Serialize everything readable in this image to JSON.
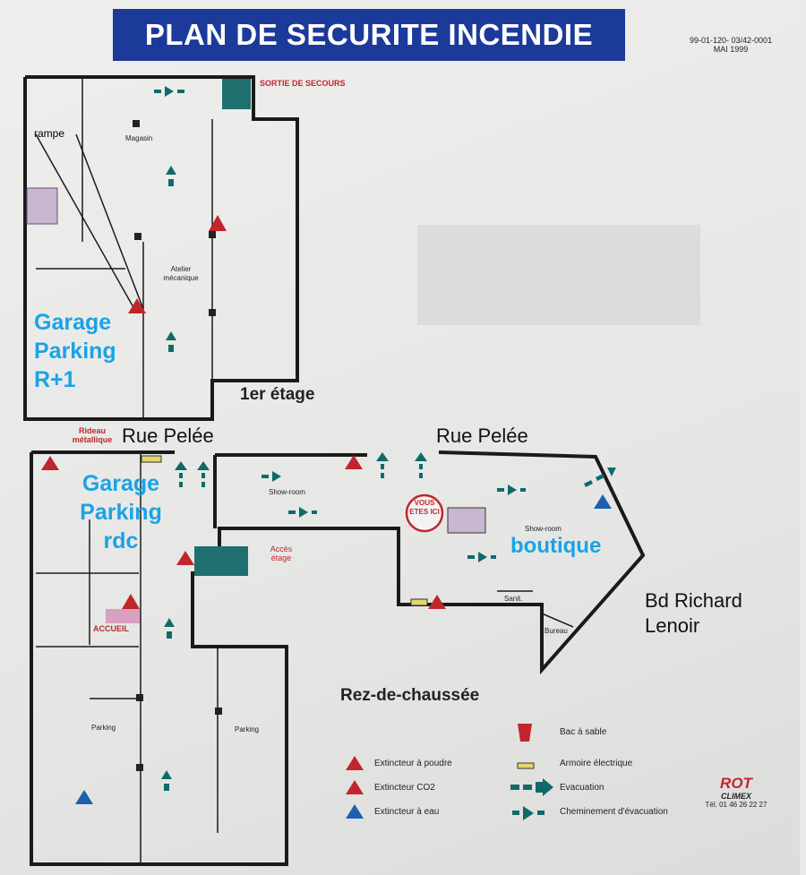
{
  "title": "PLAN DE SECURITE INCENDIE",
  "ref_code": "99-01-120- 03/42-0001",
  "date": "MAI 1999",
  "upper_floor": {
    "exit_label": "SORTIE DE SECOURS",
    "ramp": "rampe",
    "store": "Magasin",
    "workshop": "Atelier mécanique",
    "annotation": "Garage Parking R+1",
    "floor_label": "1er étage"
  },
  "ground_floor": {
    "shutter": "Rideau métallique",
    "street_left": "Rue Pelée",
    "street_right": "Rue Pelée",
    "garage_annotation": "Garage Parking rdc",
    "showroom_1": "Show-room",
    "showroom_2": "Show-room",
    "you_are_here": "VOUS ETES ICI",
    "floor_access": "Accès étage",
    "shop_annotation": "boutique",
    "toilets": "Sanit.",
    "office": "Bureau",
    "boulevard": "Bd Richard Lenoir",
    "reception": "ACCUEIL",
    "parking_1": "Parking",
    "parking_2": "Parking",
    "floor_label": "Rez-de-chaussée"
  },
  "legend": {
    "powder": "Extincteur à poudre",
    "co2": "Extincteur CO2",
    "water": "Extincteur à eau",
    "sand": "Bac à sable",
    "electrical": "Armoire électrique",
    "evacuation": "Evacuation",
    "path": "Cheminement d'évacuation"
  },
  "company": {
    "brand": "ROT",
    "sub": "CLIMEX",
    "phone": "Tél. 01 46 26 22 27"
  },
  "colors": {
    "title_bg": "#1c3a9a",
    "annotation": "#1aa3e6",
    "extinguisher": "#c0262c",
    "arrow": "#0f6b6b",
    "water": "#1f5fb0"
  }
}
